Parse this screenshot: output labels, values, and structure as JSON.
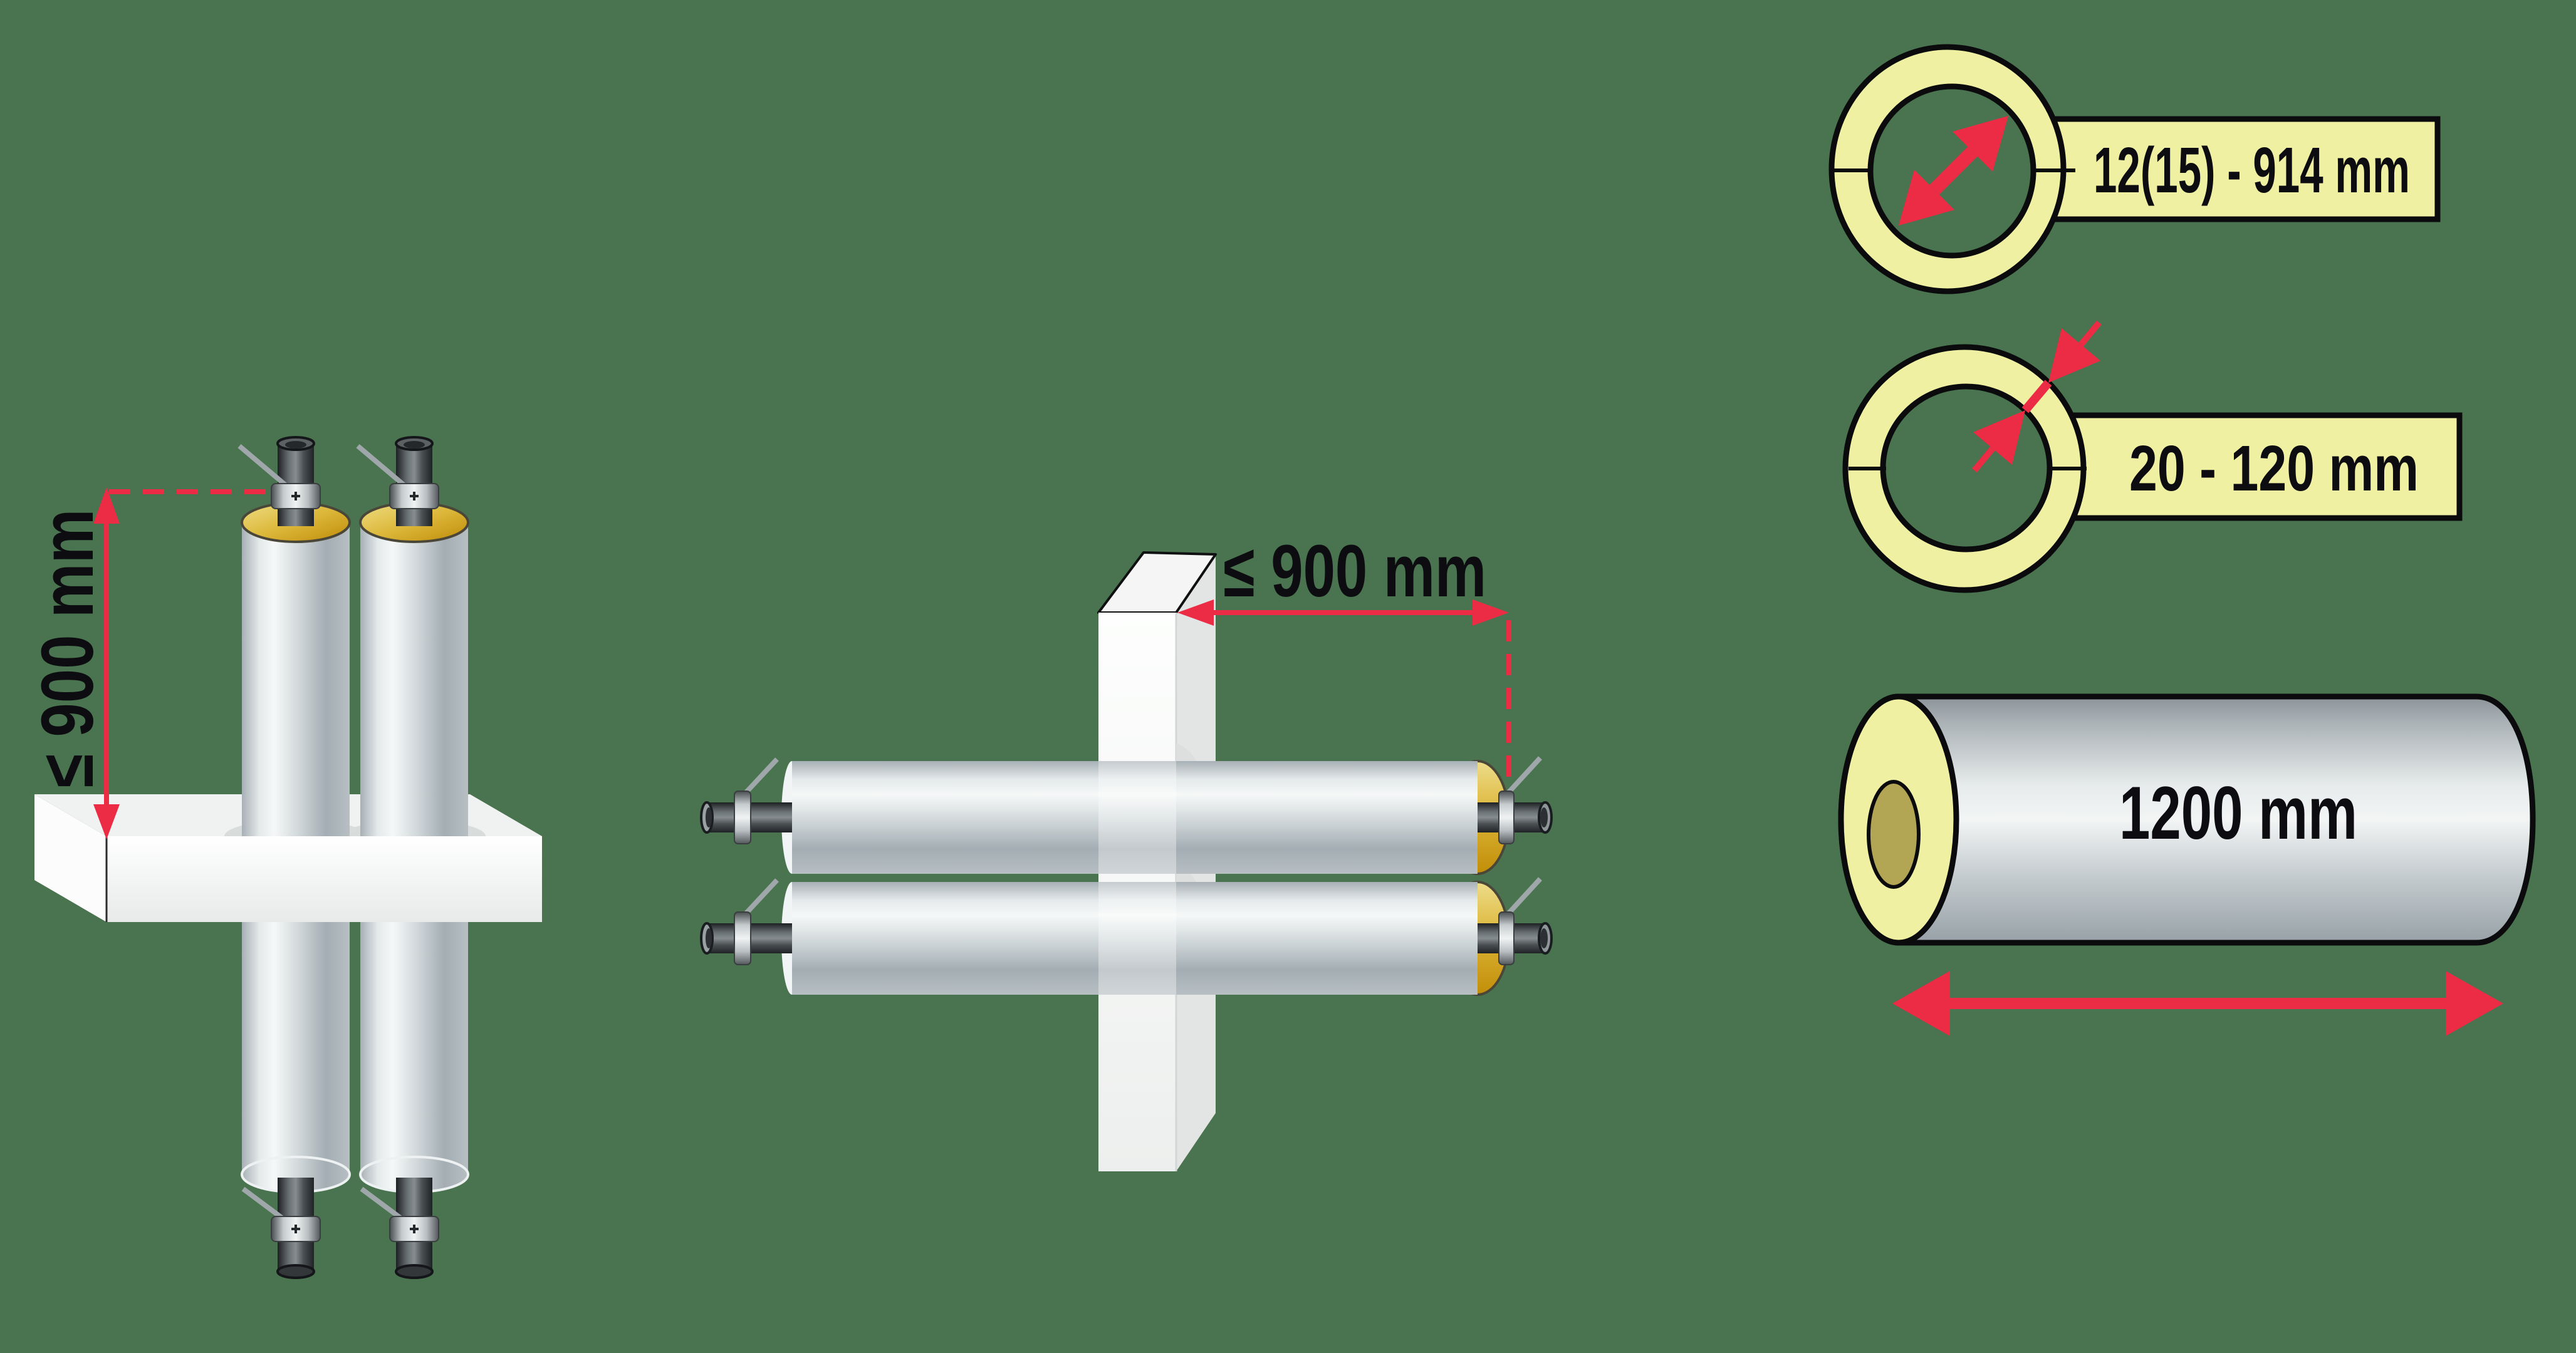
{
  "diagram": {
    "description": "Pipe insulation sections installation diagram",
    "left_diagram": {
      "dimension_label": "≤ 900 mm"
    },
    "middle_diagram": {
      "dimension_label": "≤ 900 mm"
    },
    "callouts": {
      "inner_diameter": {
        "label": "12(15) - 914 mm"
      },
      "wall_thickness": {
        "label": "20 - 120 mm"
      },
      "section_length": {
        "label": "1200 mm"
      }
    },
    "colors": {
      "background": "#4a744f",
      "accent_red": "#ec2b45",
      "label_yellow": "#f0f0a2",
      "insulation_gold": "#dcb83a",
      "steel_gray": "#c9d1d4",
      "wall_white": "#f8f9f8",
      "outline_black": "#0d0d11"
    }
  }
}
